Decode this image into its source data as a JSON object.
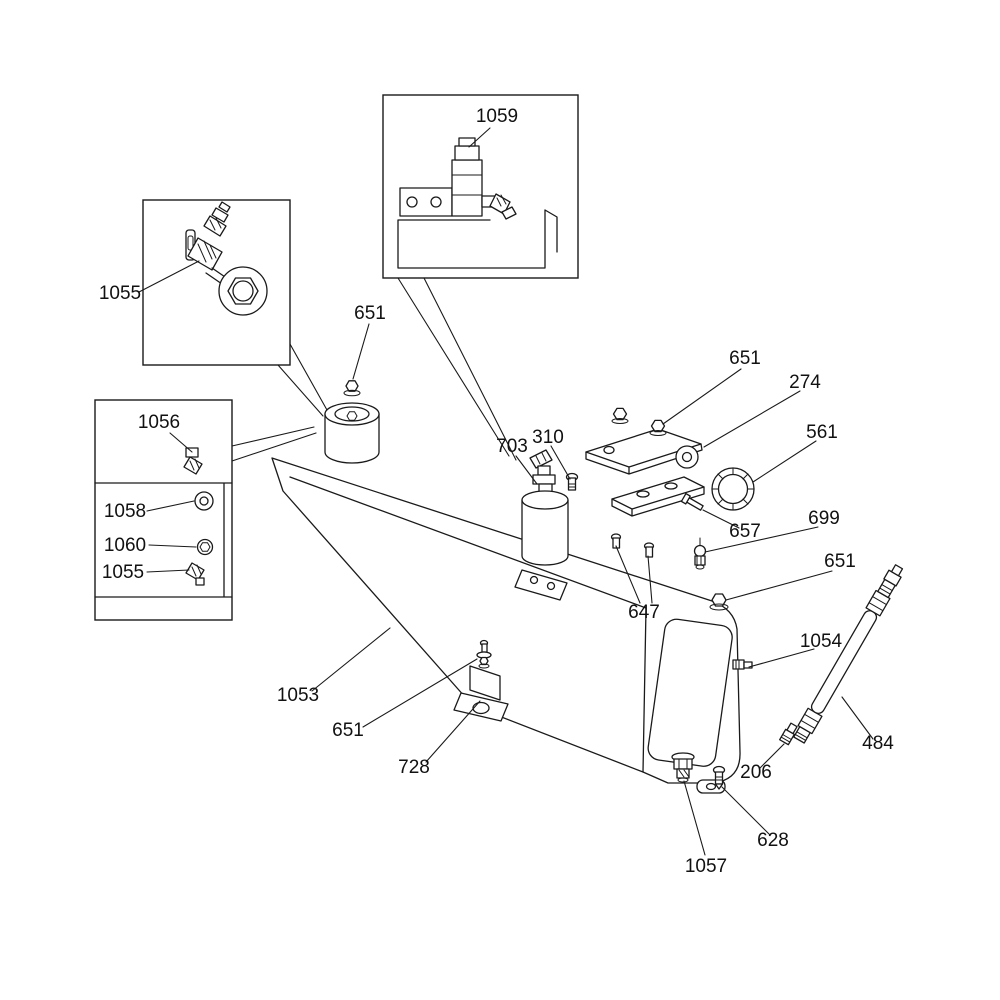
{
  "figure": {
    "type": "exploded-parts-diagram",
    "subject": "hydraulic-tank-assembly",
    "background": "#ffffff",
    "line_color": "#1a1a1a"
  },
  "callouts": [
    {
      "id": "callout-1059",
      "label": "1059"
    },
    {
      "id": "callout-1055-top",
      "label": "1055"
    },
    {
      "id": "callout-651-filler",
      "label": "651"
    },
    {
      "id": "callout-1056",
      "label": "1056"
    },
    {
      "id": "callout-1058",
      "label": "1058"
    },
    {
      "id": "callout-1060",
      "label": "1060"
    },
    {
      "id": "callout-1055-side",
      "label": "1055"
    },
    {
      "id": "callout-703",
      "label": "703"
    },
    {
      "id": "callout-310",
      "label": "310"
    },
    {
      "id": "callout-651-bracket",
      "label": "651"
    },
    {
      "id": "callout-274",
      "label": "274"
    },
    {
      "id": "callout-561",
      "label": "561"
    },
    {
      "id": "callout-657",
      "label": "657"
    },
    {
      "id": "callout-699",
      "label": "699"
    },
    {
      "id": "callout-651-corner",
      "label": "651"
    },
    {
      "id": "callout-647",
      "label": "647"
    },
    {
      "id": "callout-1054",
      "label": "1054"
    },
    {
      "id": "callout-1053",
      "label": "1053"
    },
    {
      "id": "callout-651-foot",
      "label": "651"
    },
    {
      "id": "callout-728",
      "label": "728"
    },
    {
      "id": "callout-206",
      "label": "206"
    },
    {
      "id": "callout-484",
      "label": "484"
    },
    {
      "id": "callout-628",
      "label": "628"
    },
    {
      "id": "callout-1057",
      "label": "1057"
    }
  ]
}
